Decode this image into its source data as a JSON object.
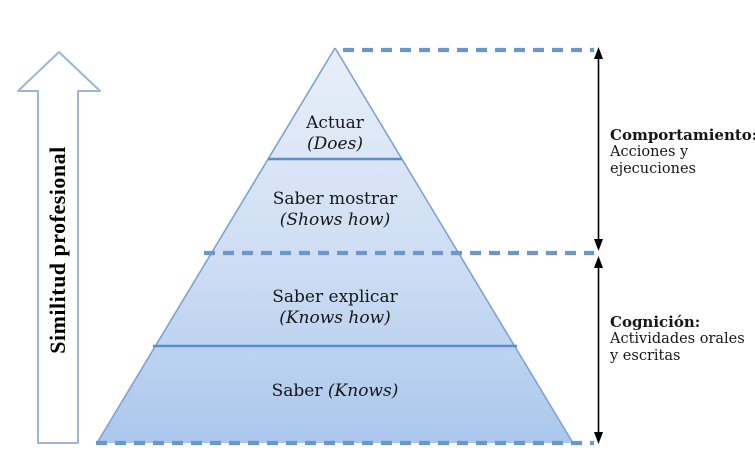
{
  "left_arrow": {
    "label": "Similitud profesional"
  },
  "pyramid": {
    "levels": [
      {
        "label": "Actuar",
        "sublabel": "(Does)"
      },
      {
        "label": "Saber mostrar",
        "sublabel": "(Shows how)"
      },
      {
        "label": "Saber explicar",
        "sublabel": "(Knows how)"
      },
      {
        "label": "Saber",
        "sublabel": "(Knows)"
      }
    ]
  },
  "annotations": [
    {
      "title": "Comportamiento:",
      "lines": [
        "Acciones y",
        "ejecuciones"
      ]
    },
    {
      "title": "Cognición:",
      "lines": [
        "Actividades orales",
        "y escritas"
      ]
    }
  ],
  "colors": {
    "pyramid_fill_top": "#e9eff9",
    "pyramid_fill_bottom": "#abc7ed",
    "pyramid_border": "#7da3d4",
    "divider_line": "#5f8dc6",
    "dashed_line": "#6b98cc",
    "block_arrow_border": "#9cb6d8",
    "measure_arrow": "#000000",
    "text": "#161616"
  }
}
